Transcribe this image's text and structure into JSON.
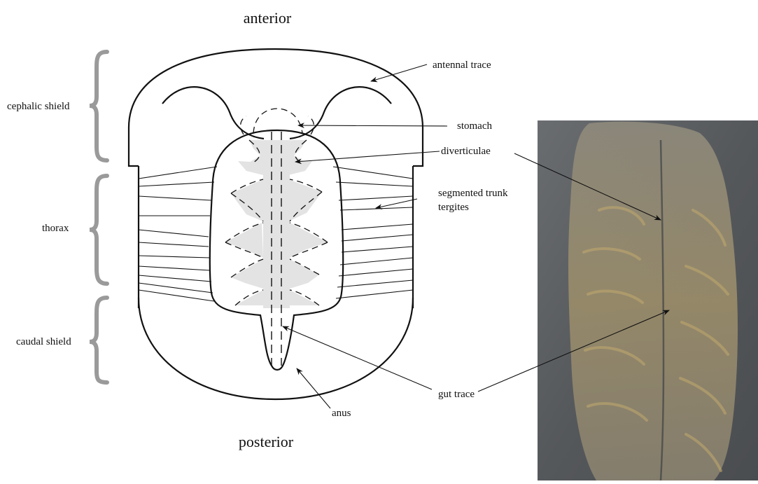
{
  "orientation": {
    "top": "anterior",
    "bottom": "posterior"
  },
  "regions": {
    "cephalic": "cephalic shield",
    "thorax": "thorax",
    "caudal": "caudal shield"
  },
  "callouts": {
    "antennal_trace": "antennal trace",
    "stomach": "stomach",
    "diverticulae": "diverticulae",
    "tergites_line1": "segmented trunk",
    "tergites_line2": "tergites",
    "gut_trace": "gut trace",
    "anus": "anus"
  },
  "colors": {
    "line": "#111111",
    "brace": "#9a9a9a",
    "diverticula_fill": "#e3e3e3",
    "fossil_rock": "#5c5f62",
    "fossil_body": "#a89566"
  }
}
